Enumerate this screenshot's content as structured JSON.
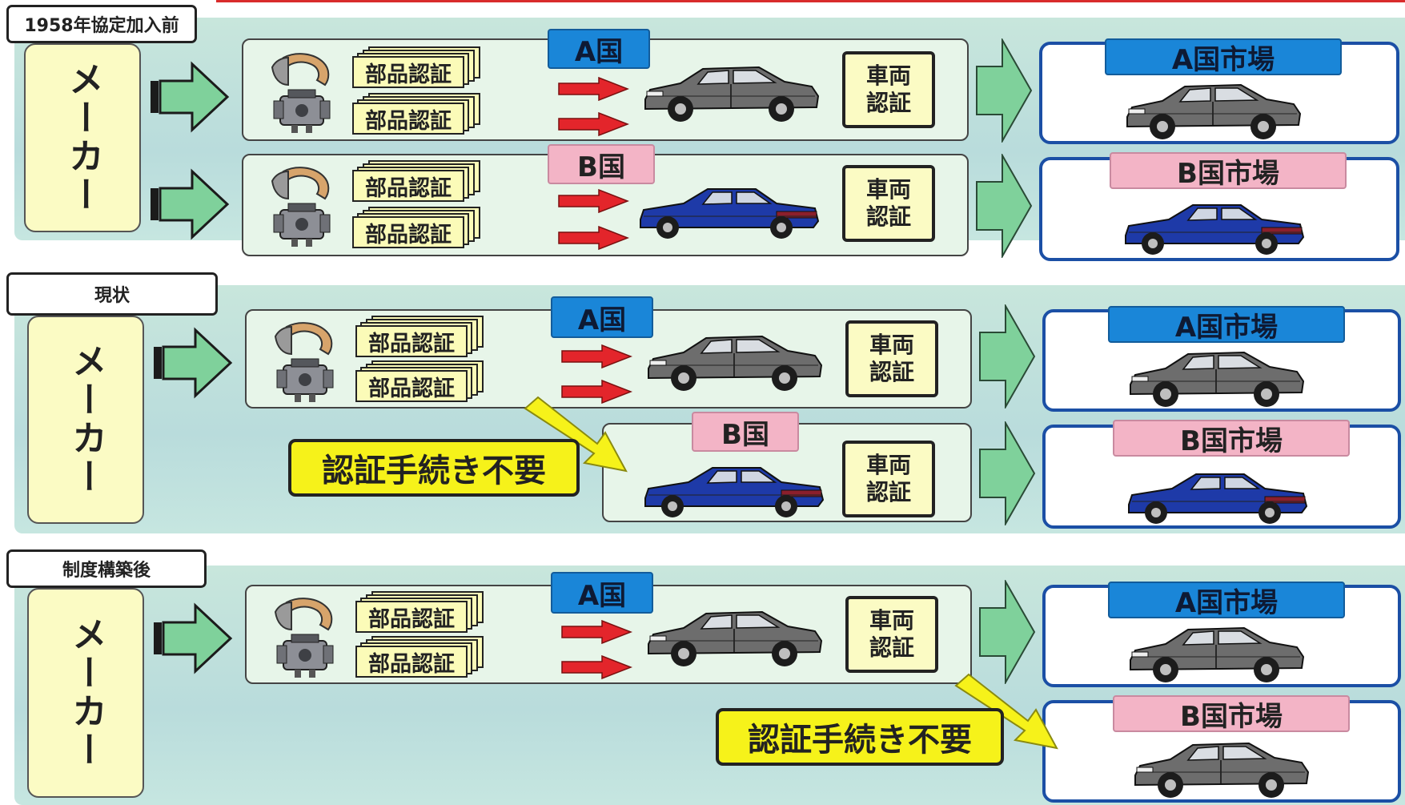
{
  "sections": [
    {
      "title": "1958年協定加入前",
      "maker": "メーカー"
    },
    {
      "title": "現状",
      "maker": "メーカー"
    },
    {
      "title": "制度構築後",
      "maker": "メーカー"
    }
  ],
  "labels": {
    "parts_cert": "部品認証",
    "vehicle_cert_line1": "車両",
    "vehicle_cert_line2": "認証",
    "country_a": "A国",
    "country_b": "B国",
    "market_a": "A国市場",
    "market_b": "B国市場",
    "no_cert_needed": "認証手続き不要"
  },
  "colors": {
    "car_gray": "#6d6d6d",
    "car_blue": "#1e3aa8",
    "tab_a": "#1a86d8",
    "tab_b": "#f3b4c6",
    "callout": "#f6f21a",
    "market_border": "#1b4fa5"
  }
}
